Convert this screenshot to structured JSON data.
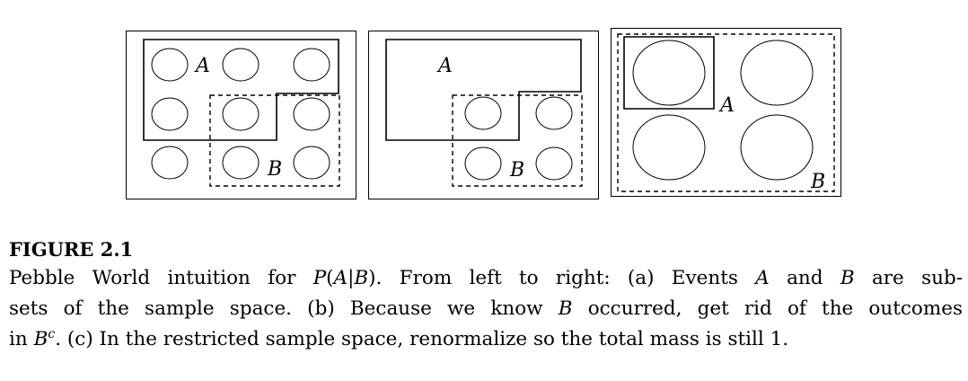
{
  "figure": {
    "panels": [
      {
        "id": "a",
        "label_a": "A",
        "label_b": "B"
      },
      {
        "id": "b",
        "label_a": "A",
        "label_b": "B"
      },
      {
        "id": "c",
        "label_a": "A",
        "label_b": "B"
      }
    ]
  },
  "caption": {
    "figure_label": "FIGURE 2.1",
    "line1": {
      "t1": "Pebble World intuition for ",
      "p": "P",
      "open": "(",
      "a1": "A",
      "bar": "|",
      "b1": "B",
      "close": ")",
      "t2": ". From left to right: (a) Events ",
      "a2": "A",
      "t3": " and ",
      "b2": "B",
      "t4": " are sub-"
    },
    "line2": {
      "t1": "sets of the sample space. (b) Because we know ",
      "b": "B",
      "t2": " occurred, get rid of the outcomes"
    },
    "line3": {
      "t1": "in ",
      "b": "B",
      "sup": "c",
      "t2": ". (c) In the restricted sample space, renormalize so the total mass is still 1."
    }
  }
}
